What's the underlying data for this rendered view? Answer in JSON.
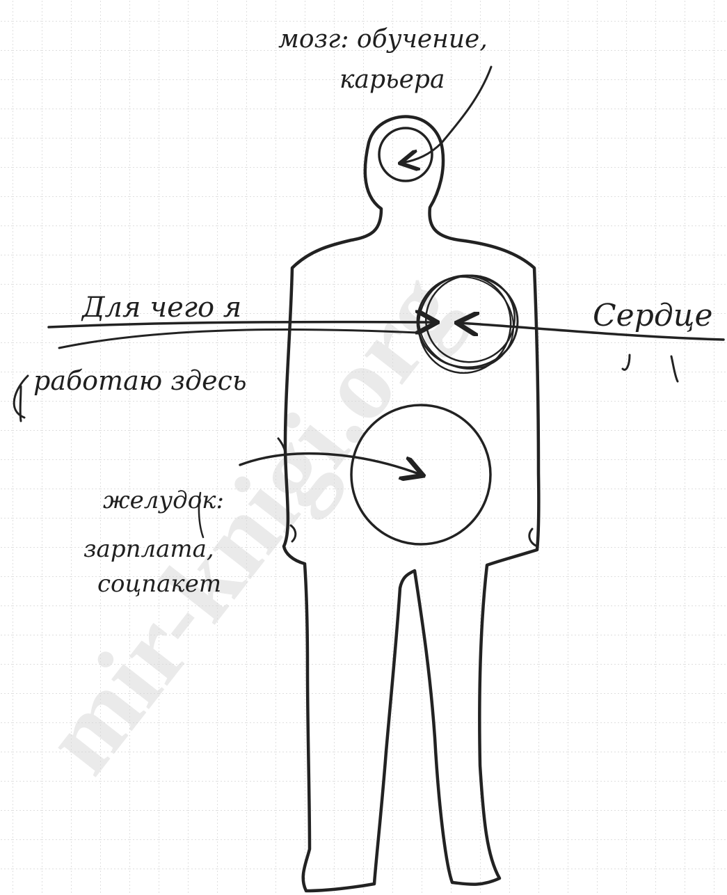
{
  "labels": {
    "brain_line1": "мозг: обучение,",
    "brain_line2": "карьера",
    "why_line1": "Для чего я",
    "why_line2": "работаю здесь",
    "heart": "Сердце",
    "stomach_line1": "желудок:",
    "stomach_line2": "зарплата,",
    "stomach_line3": "соцпакет"
  },
  "watermark": "mir-knigi.org",
  "colors": {
    "ink": "#222222",
    "grid": "#c9c9c9",
    "background": "#ffffff"
  }
}
